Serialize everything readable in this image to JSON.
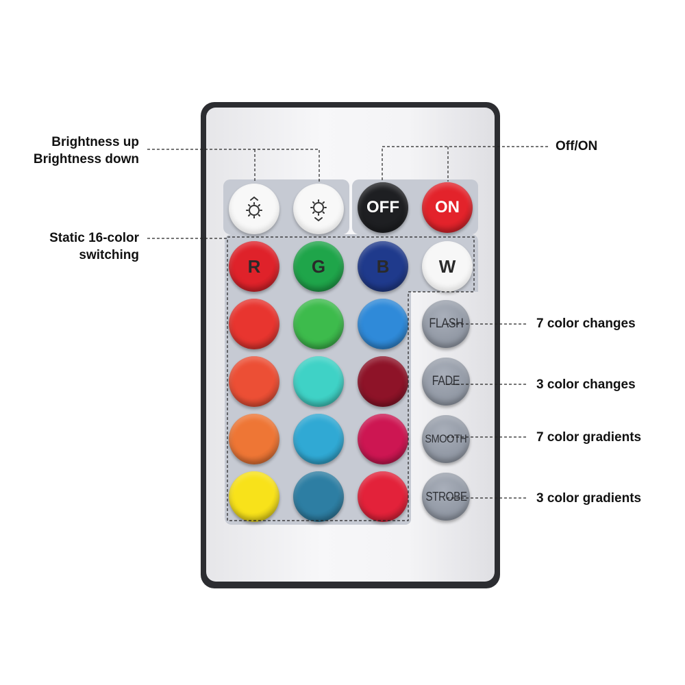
{
  "callouts": {
    "brightness": [
      "Brightness up",
      "Brightness down"
    ],
    "power": "Off/ON",
    "static": [
      "Static 16-color",
      "switching"
    ],
    "flash": "7 color changes",
    "fade": "3 color changes",
    "smooth": "7 color gradients",
    "strobe": "3 color gradients"
  },
  "buttons": {
    "brightness_up_icon": "brightness-up-icon",
    "brightness_down_icon": "brightness-down-icon",
    "off": "OFF",
    "on": "ON",
    "r": "R",
    "g": "G",
    "b": "B",
    "w": "W",
    "flash": "FLASH",
    "fade": "FADE",
    "smooth": "SMOOTH",
    "strobe": "STROBE"
  },
  "colors": {
    "off": "#1e1f22",
    "on": "#e3232b",
    "r": "#df222a",
    "g": "#1fa54a",
    "b": "#1f3a8c",
    "w": "#f7f7f7",
    "grid": [
      [
        "#e8352f",
        "#3dbb4c",
        "#2f8ad9"
      ],
      [
        "#ec4f35",
        "#3fd2c6",
        "#8e1328"
      ],
      [
        "#ee7635",
        "#30a9d4",
        "#cd1652"
      ],
      [
        "#f8e21a",
        "#2d7ea3",
        "#e3223a"
      ]
    ]
  }
}
